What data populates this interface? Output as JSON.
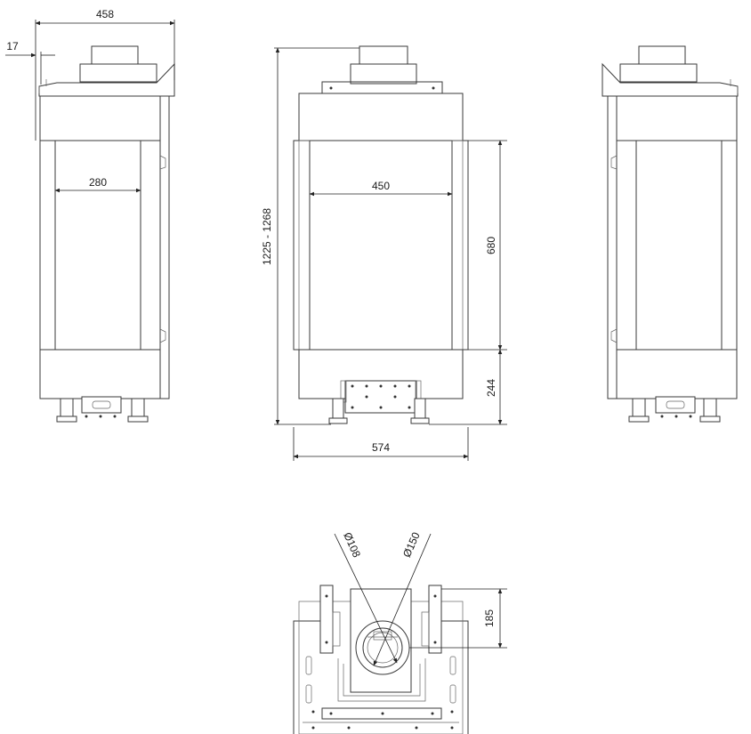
{
  "dimensions": {
    "side_depth": "458",
    "offset": "17",
    "side_glass": "280",
    "height_range": "1225 - 1268",
    "front_glass": "450",
    "glass_height": "680",
    "base_height": "244",
    "front_width": "574",
    "flue_inner": "Ø108",
    "flue_outer": "Ø150",
    "flue_offset": "185"
  }
}
